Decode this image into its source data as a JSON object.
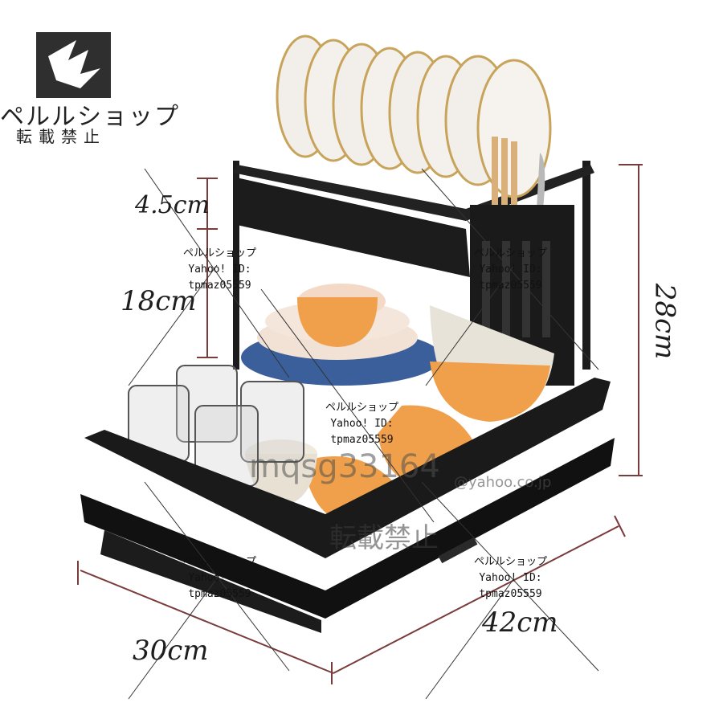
{
  "dimensions": {
    "upper_gap": "4.5cm",
    "lower_height": "18cm",
    "total_height": "28cm",
    "width": "30cm",
    "depth": "42cm"
  },
  "watermark": {
    "shop": "ペルルショップ",
    "yahoo_id_label": "Yahoo! ID:",
    "account": "tpmaz05559",
    "logo_text": "ペルルショップ",
    "logo_sub": "転載禁止",
    "big_id": "mqsg33164",
    "yahoo_suffix": "@yahoo.co.jp",
    "no_reprint": "転載禁止"
  },
  "colors": {
    "rack": "#1c1c1c",
    "plate": "#f2efea",
    "gold_rim": "#c8a45a",
    "blue_plate": "#3a5f9a",
    "orange_bowl": "#f0a04b",
    "wood": "#d9b07a"
  }
}
